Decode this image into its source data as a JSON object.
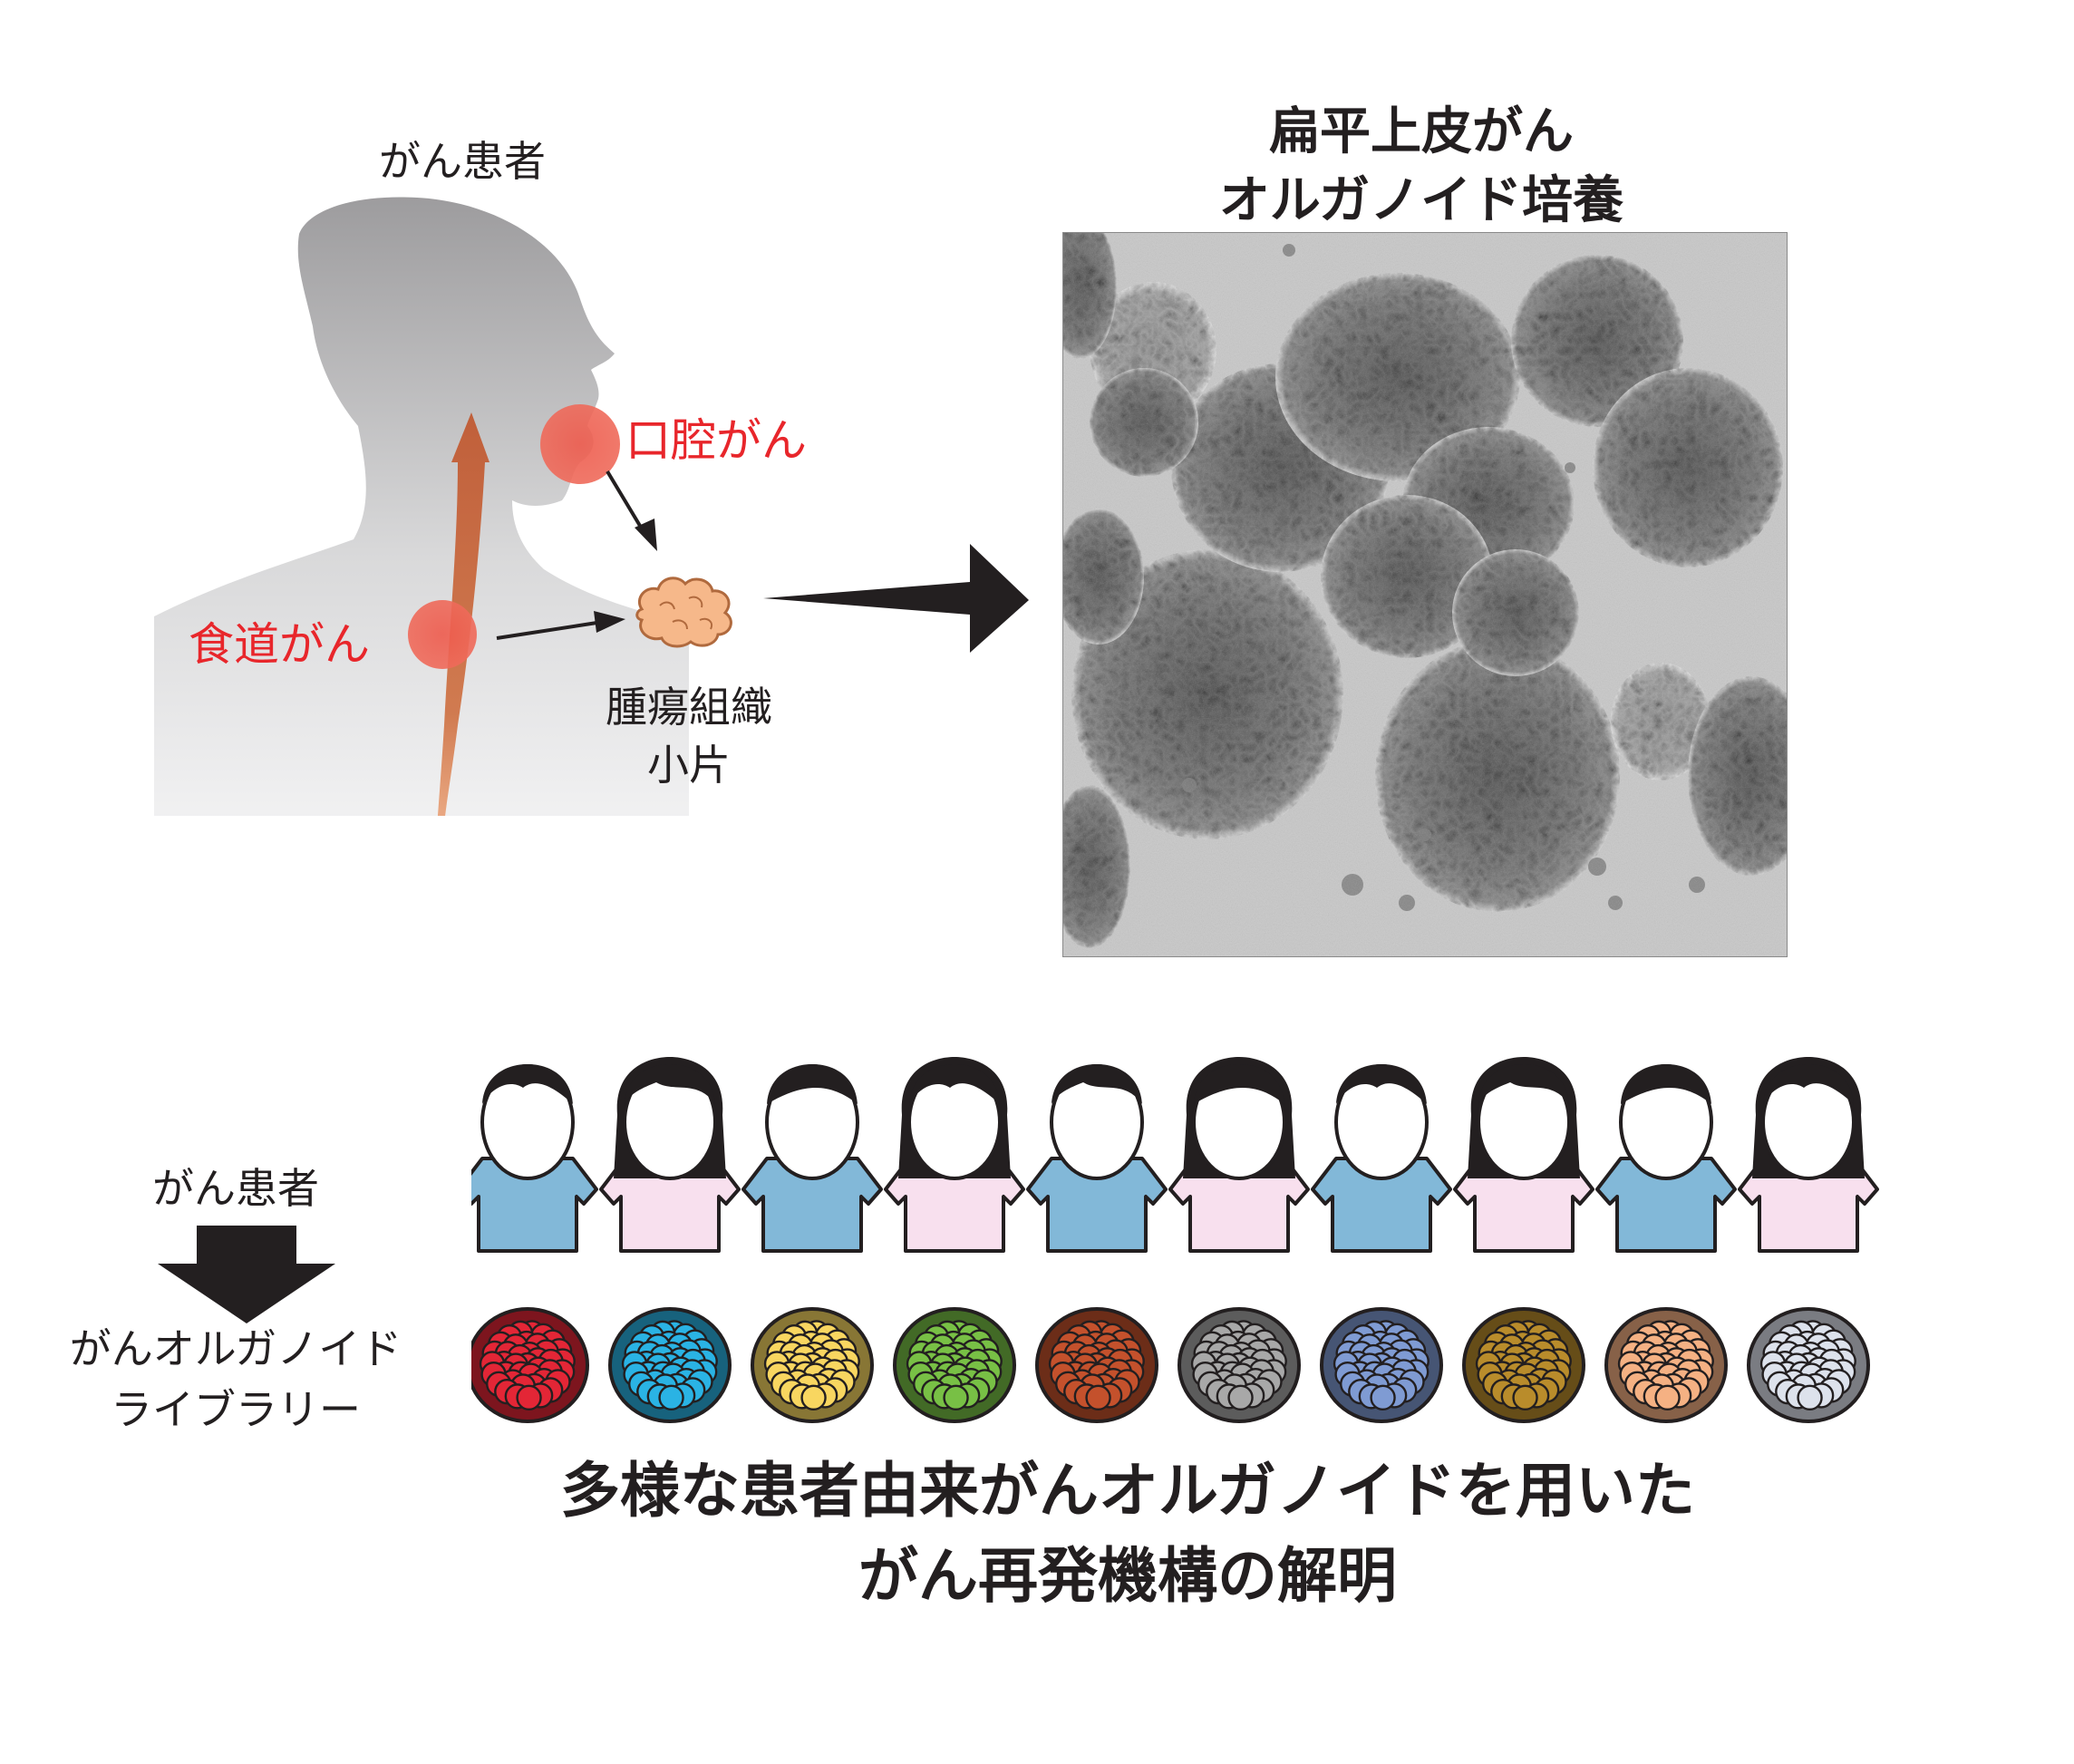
{
  "top_left": {
    "patient_label": "がん患者",
    "oral_cancer": "口腔がん",
    "esophageal_cancer": "食道がん",
    "tissue_label_line1": "腫瘍組織",
    "tissue_label_line2": "小片"
  },
  "top_right": {
    "title_line1": "扁平上皮がん",
    "title_line2": "オルガノイド培養"
  },
  "bottom_left": {
    "patient_label": "がん患者",
    "library_line1": "がんオルガノイド",
    "library_line2": "ライブラリー"
  },
  "conclusion": {
    "line1": "多様な患者由来がんオルガノイドを用いた",
    "line2": "がん再発機構の解明"
  },
  "patients": [
    {
      "sex": "boy",
      "shirt": "#82b8d8"
    },
    {
      "sex": "girl",
      "shirt": "#f8e0ee"
    },
    {
      "sex": "boy",
      "shirt": "#82b8d8"
    },
    {
      "sex": "girl",
      "shirt": "#f8e0ee"
    },
    {
      "sex": "boy",
      "shirt": "#82b8d8"
    },
    {
      "sex": "girl",
      "shirt": "#f8e0ee"
    },
    {
      "sex": "boy",
      "shirt": "#82b8d8"
    },
    {
      "sex": "girl",
      "shirt": "#f8e0ee"
    },
    {
      "sex": "boy",
      "shirt": "#82b8d8"
    },
    {
      "sex": "girl",
      "shirt": "#f8e0ee"
    }
  ],
  "organoid_colors": [
    "#e32636",
    "#2ab3e4",
    "#f8d660",
    "#78c045",
    "#c4512c",
    "#a8a8a8",
    "#7f9bd3",
    "#b98c2b",
    "#f5b183",
    "#dde2ec"
  ],
  "colors": {
    "cancer_red": "#e8262b",
    "tumor_orange": "#f6b88a",
    "head_gray": "#a5a4a6",
    "esophagus": "#c8643a"
  }
}
